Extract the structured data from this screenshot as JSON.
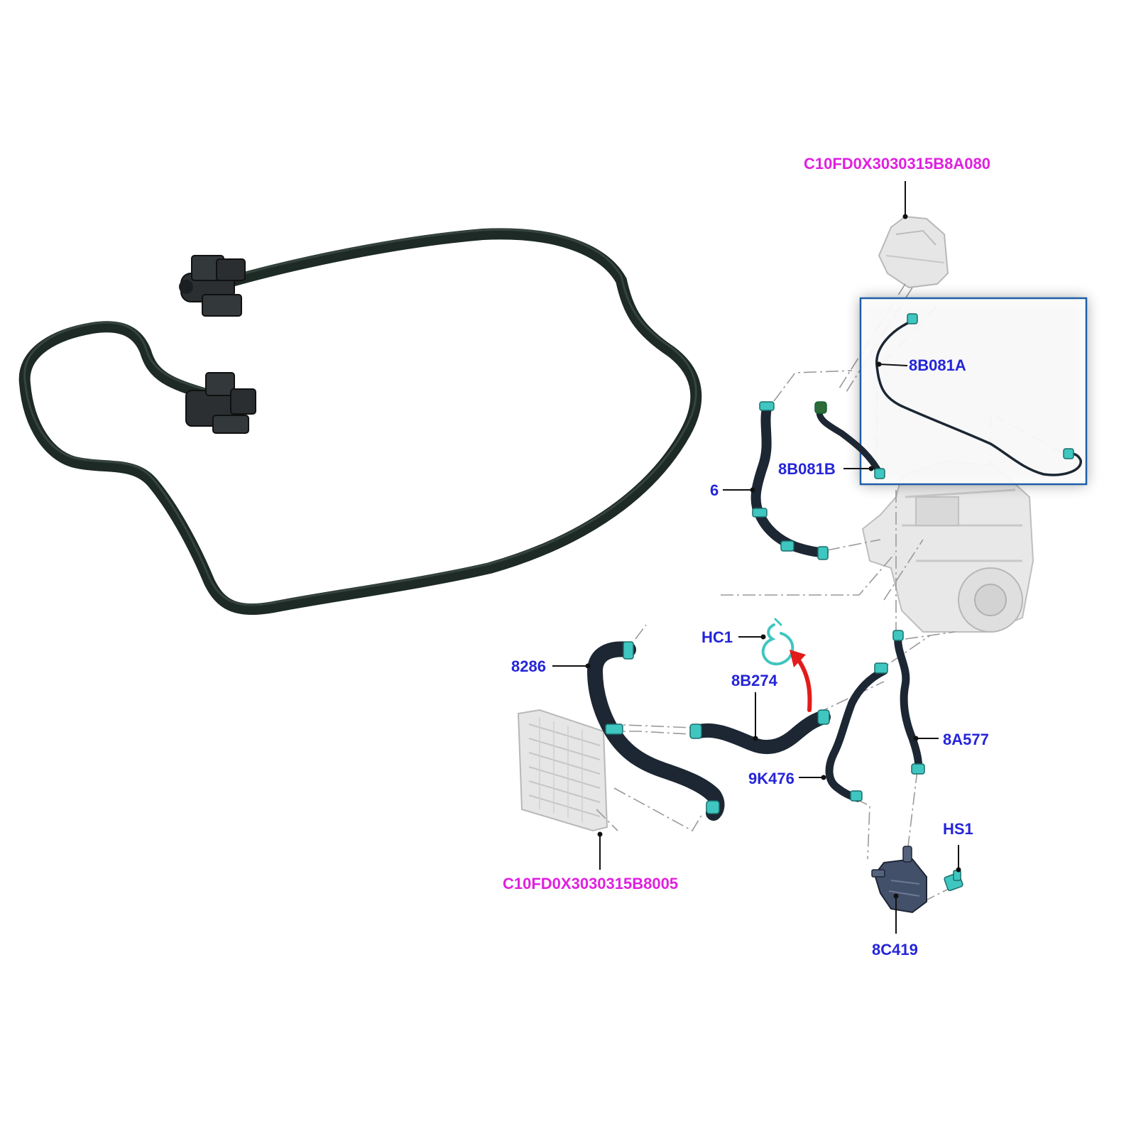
{
  "callouts": {
    "reservoir": "C10FD0X3030315B8A080",
    "hose_8b081a": "8B081A",
    "hose_8b081b": "8B081B",
    "hose_partial": "6",
    "clip_hc1": "HC1",
    "hose_8286": "8286",
    "hose_8b274": "8B274",
    "hose_8a577": "8A577",
    "hose_9k476": "9K476",
    "bolt_hs1": "HS1",
    "radiator": "C10FD0X3030315B8005",
    "pump_8c419": "8C419"
  },
  "colors": {
    "callout_text": "#2525d9",
    "reference_text": "#e020e0",
    "highlight_box": "#1f5fa8",
    "clamp": "#3fc6c0",
    "hose": "#1c2733",
    "arrow": "#e31b1b"
  },
  "icons": {
    "hose_photo": "rubber-hose-icon",
    "connector": "quick-connector-icon",
    "engine": "engine-block-icon",
    "reservoir": "coolant-reservoir-icon",
    "radiator": "radiator-icon",
    "pump": "auxiliary-pump-icon",
    "bolt": "bolt-icon",
    "clip": "hose-clip-icon",
    "arrow": "red-arrow-icon"
  }
}
